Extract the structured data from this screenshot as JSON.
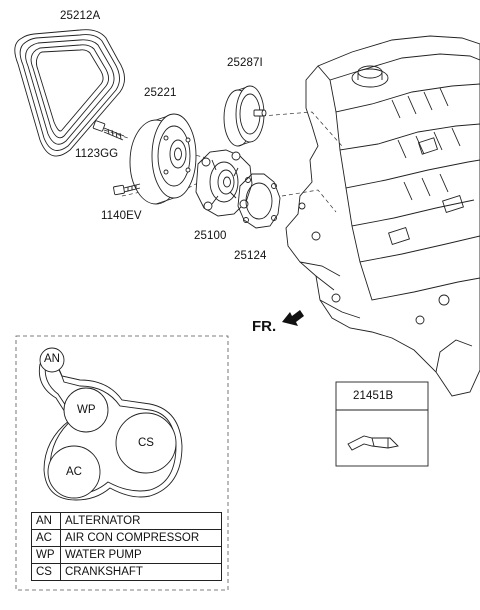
{
  "parts": {
    "drive_belt": "25212A",
    "bolt_upper": "1123GG",
    "idler_pulley": "25221",
    "tensioner": "25287I",
    "bolt_lower": "1140EV",
    "water_pump": "25100",
    "gasket": "25124",
    "ref_box": "21451B"
  },
  "direction_label": "FR.",
  "belt_routing": {
    "pulleys": [
      "AN",
      "WP",
      "CS",
      "AC"
    ],
    "legend": [
      {
        "code": "AN",
        "name": "ALTERNATOR"
      },
      {
        "code": "AC",
        "name": "AIR CON COMPRESSOR"
      },
      {
        "code": "WP",
        "name": "WATER PUMP"
      },
      {
        "code": "CS",
        "name": "CRANKSHAFT"
      }
    ]
  }
}
